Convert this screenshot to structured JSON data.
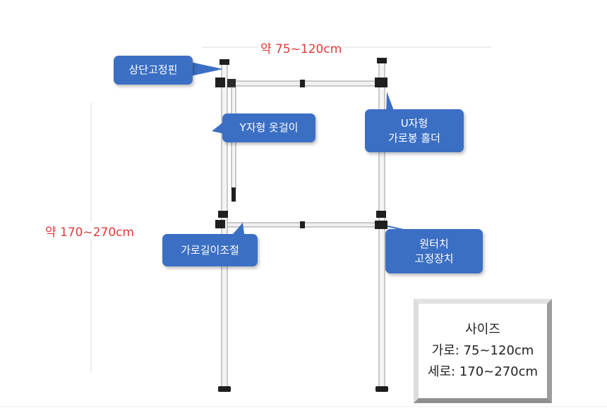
{
  "dimensions": {
    "width_label": "약 75~120cm",
    "height_label": "약 170~270cm"
  },
  "callouts": {
    "top_pin": "상단고정핀",
    "y_hanger": "Y자형 옷걸이",
    "u_holder_line1": "U자형",
    "u_holder_line2": "가로봉 홀더",
    "width_adjust": "가로길이조절",
    "one_touch_line1": "원터치",
    "one_touch_line2": "고정장치"
  },
  "size_box": {
    "title": "사이즈",
    "width_line": "가로: 75~120cm",
    "height_line": "세로: 170~270cm"
  },
  "colors": {
    "callout": "#3b6fc4",
    "dimension": "#e03a3a",
    "pole": "#f2f2f2",
    "clamp": "#1f1f1f"
  }
}
